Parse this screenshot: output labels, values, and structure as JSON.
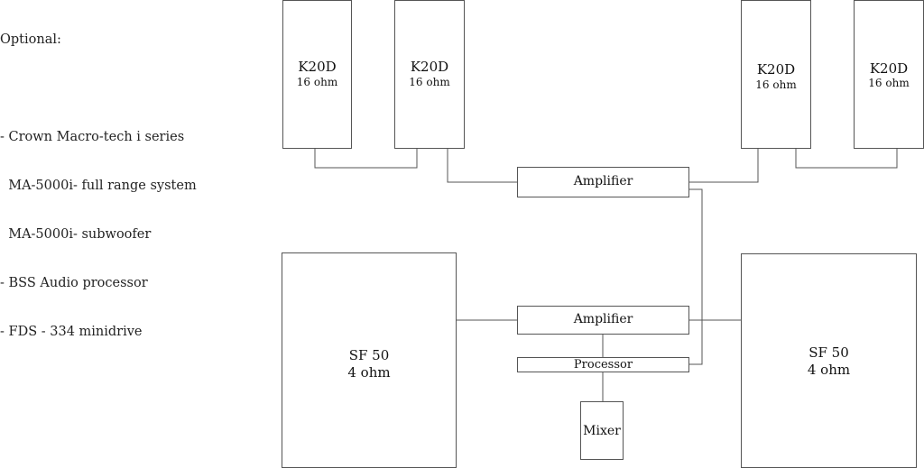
{
  "notes": {
    "heading": "Optional:",
    "lines": [
      "",
      "- Crown Macro-tech i series",
      "  MA-5000i- full range system",
      "  MA-5000i- subwoofer",
      "- BSS Audio processor",
      "- FDS - 334 minidrive"
    ]
  },
  "speakers": [
    {
      "model": "K20D",
      "impedance": "16 ohm"
    },
    {
      "model": "K20D",
      "impedance": "16 ohm"
    },
    {
      "model": "K20D",
      "impedance": "16 ohm"
    },
    {
      "model": "K20D",
      "impedance": "16 ohm"
    }
  ],
  "subwoofers": [
    {
      "model": "SF 50",
      "impedance": "4 ohm"
    },
    {
      "model": "SF 50",
      "impedance": "4 ohm"
    }
  ],
  "devices": {
    "amp_top": "Amplifier",
    "amp_bottom": "Amplifier",
    "processor": "Processor",
    "mixer": "Mixer"
  },
  "colors": {
    "stroke": "#555555",
    "text": "#111111",
    "background": "#ffffff"
  }
}
